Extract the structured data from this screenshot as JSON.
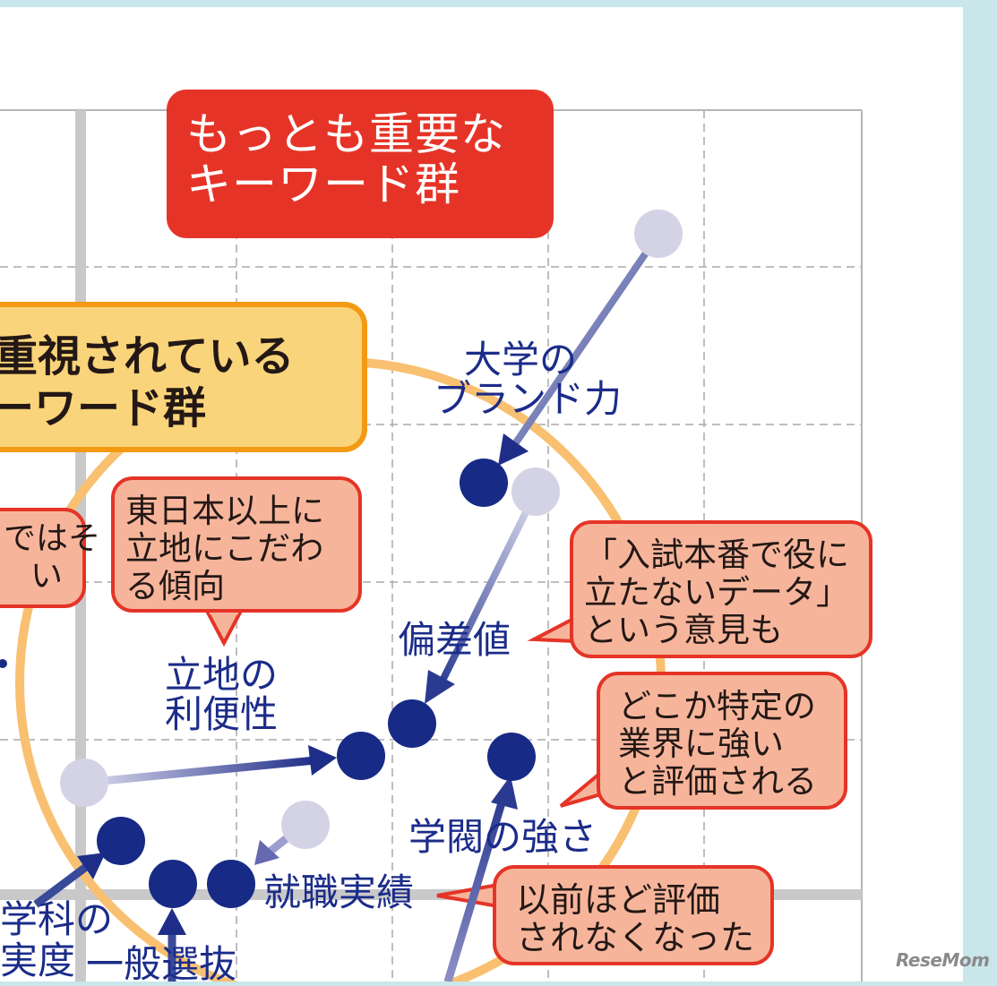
{
  "red_title": {
    "lines": [
      "もっとも重要な",
      "キーワード群"
    ],
    "color": "#e53427"
  },
  "orange_title": {
    "lines": [
      "重視されている",
      "ーワード群"
    ],
    "color": "#fad47a",
    "border": "#f39a12"
  },
  "callouts": {
    "left_partial": {
      "lines": [
        "ではそ",
        "い"
      ]
    },
    "east_japan": {
      "lines": [
        "東日本以上に",
        "立地にこだわ",
        "る傾向"
      ]
    },
    "exam_data": {
      "lines": [
        "「入試本番で役に",
        "立たないデータ」",
        "という意見も"
      ]
    },
    "industry": {
      "lines": [
        "どこか特定の",
        "業界に強い",
        "と評価される"
      ]
    },
    "no_longer": {
      "lines": [
        "以前ほど評価",
        "されなくなった"
      ]
    }
  },
  "keywords": {
    "brand": [
      "大学の",
      "ブランド力"
    ],
    "deviation": "偏差値",
    "location": [
      "立地の",
      "利便性"
    ],
    "alumni": "学閥の強さ",
    "employment": "就職実績",
    "department": [
      "学科の",
      "実度"
    ],
    "general": "一般選抜"
  },
  "colors": {
    "navy": "#172a85",
    "pale_dot": "#d4d3e6",
    "ring": "#f8c070",
    "grid": "#a8a8a8"
  },
  "logo": "ReseMom"
}
